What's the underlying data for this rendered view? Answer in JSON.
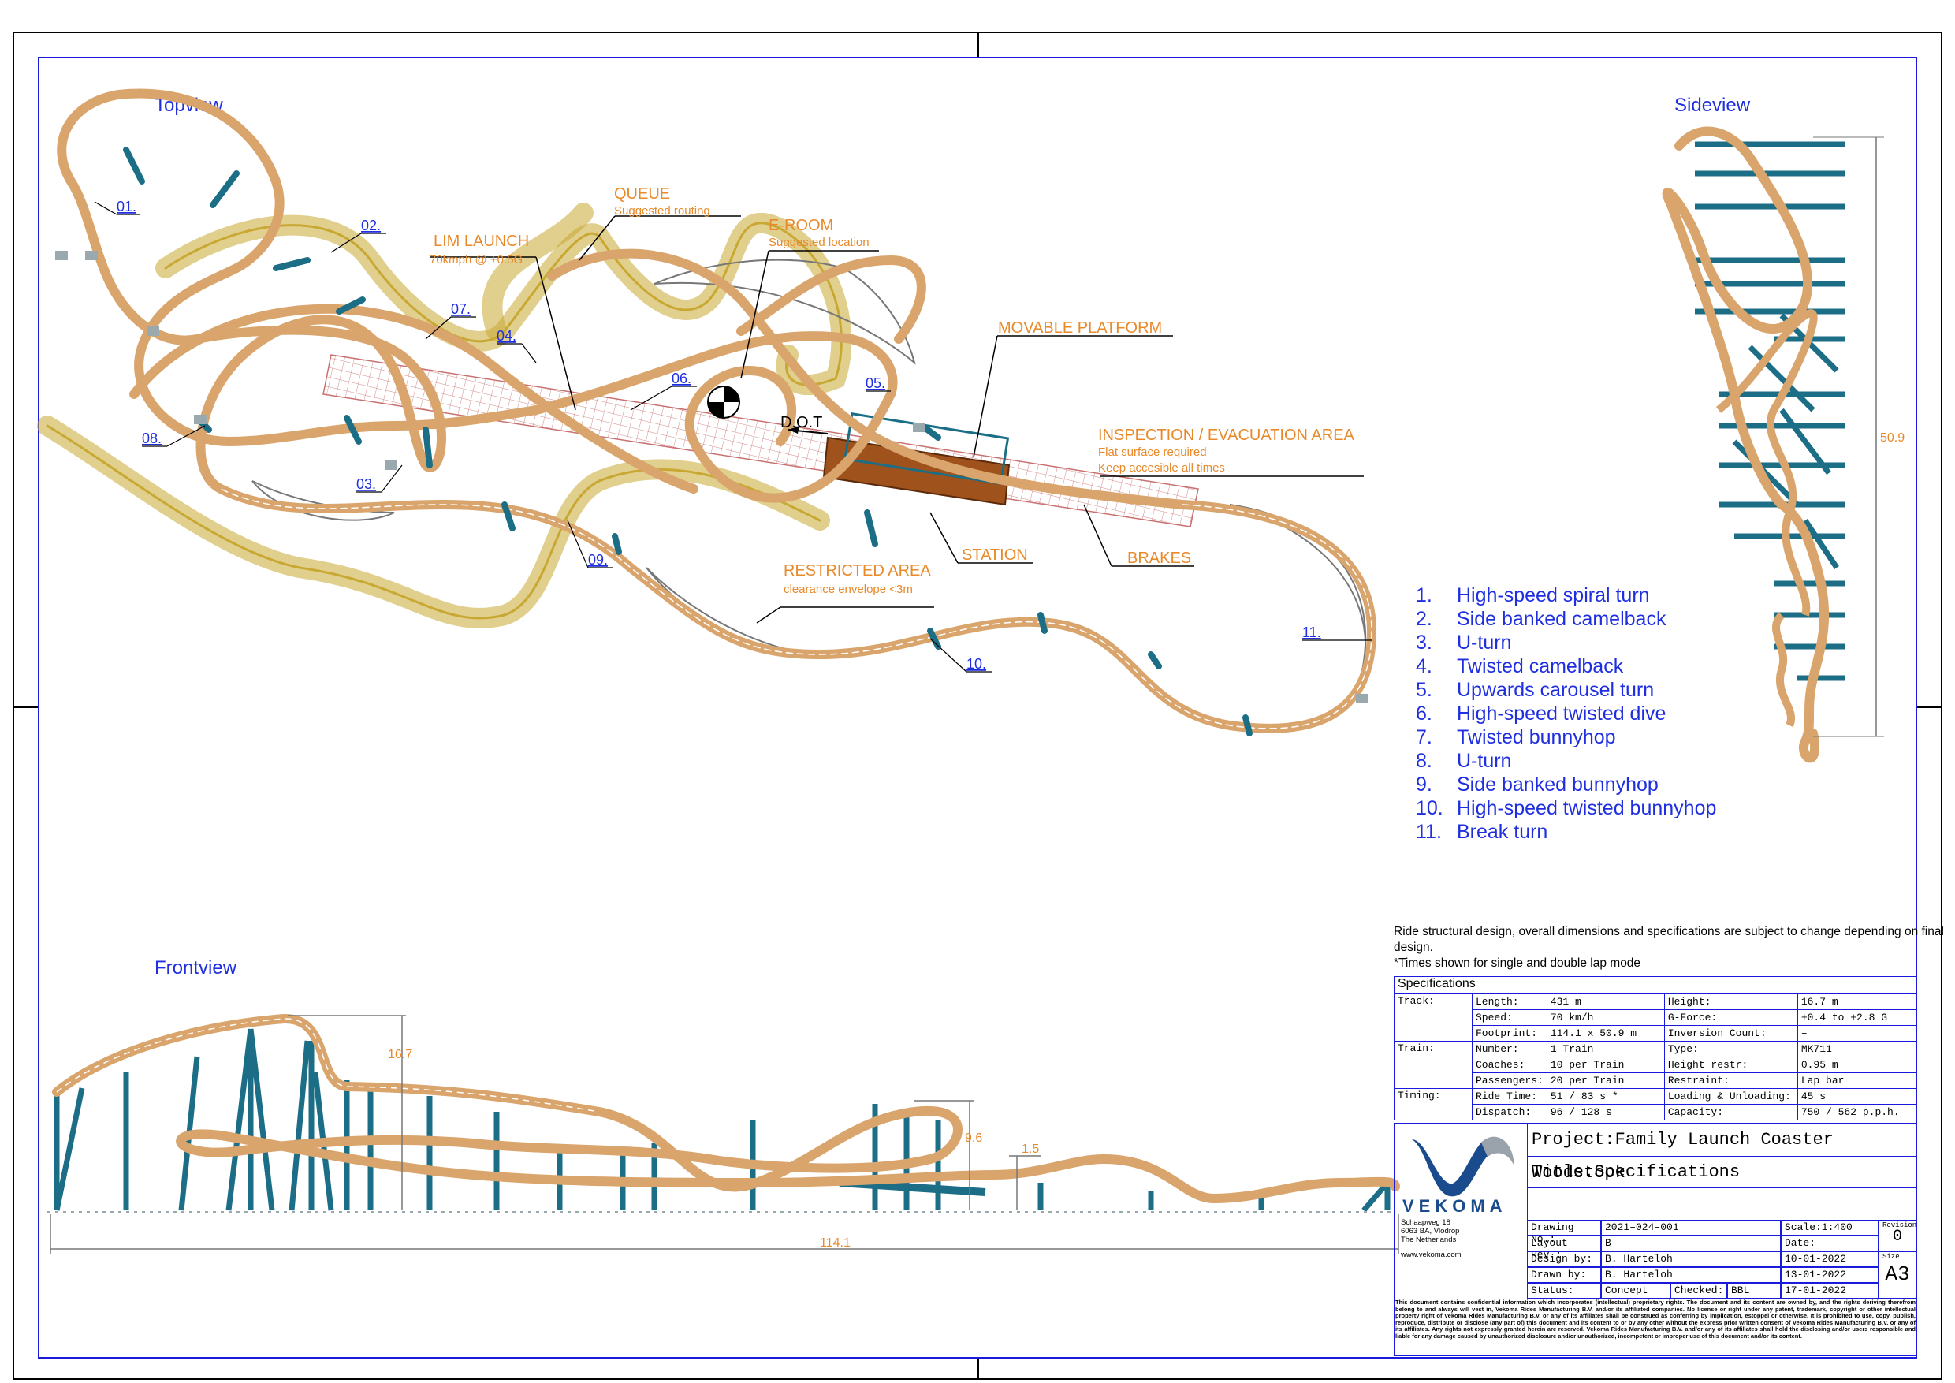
{
  "views": {
    "topview": "Topview",
    "sideview": "Sideview",
    "frontview": "Frontview"
  },
  "colors": {
    "track": "#d9a56c",
    "support": "#1b6e86",
    "queue": "#c8a832",
    "annotation": "#e8892a",
    "markers": "#1f2fe0",
    "frame": "#1a1adc"
  },
  "markers": [
    "01.",
    "02.",
    "03.",
    "04.",
    "05.",
    "06.",
    "07.",
    "08.",
    "09.",
    "10.",
    "11."
  ],
  "annotations": {
    "queue": "QUEUE",
    "queue_sub": "Suggested routing",
    "eroom": "E-ROOM",
    "eroom_sub": "Suggested location",
    "lim": "LIM LAUNCH",
    "lim_sub": "70kmph @ +0.5G",
    "movable": "MOVABLE PLATFORM",
    "inspection": "INSPECTION / EVACUATION AREA",
    "inspection_sub1": "Flat surface required",
    "inspection_sub2": "Keep accesible all times",
    "dot": "D.O.T",
    "station": "STATION",
    "brakes": "BRAKES",
    "restricted": "RESTRICTED AREA",
    "restricted_sub": "clearance envelope <3m"
  },
  "dimensions": {
    "side_height": "50.9",
    "front_height": "16.7",
    "front_h2": "9.6",
    "front_h3": "1.5",
    "front_length": "114.1"
  },
  "legend": [
    {
      "n": "1.",
      "t": "High-speed spiral turn"
    },
    {
      "n": "2.",
      "t": "Side banked camelback"
    },
    {
      "n": "3.",
      "t": "U-turn"
    },
    {
      "n": "4.",
      "t": "Twisted camelback"
    },
    {
      "n": "5.",
      "t": "Upwards carousel turn"
    },
    {
      "n": "6.",
      "t": "High-speed twisted dive"
    },
    {
      "n": "7.",
      "t": "Twisted bunnyhop"
    },
    {
      "n": "8.",
      "t": "U-turn"
    },
    {
      "n": "9.",
      "t": "Side banked bunnyhop"
    },
    {
      "n": "10.",
      "t": "High-speed twisted bunnyhop"
    },
    {
      "n": "11.",
      "t": "Break turn"
    }
  ],
  "notes": {
    "line1": "Ride structural design, overall dimensions and specifications are subject to change depending on final design.",
    "line2": "*Times shown for single and double lap mode"
  },
  "specs": {
    "header": "Specifications",
    "track_label": "Track:",
    "train_label": "Train:",
    "timing_label": "Timing:",
    "rows": [
      [
        "Length:",
        "431  m",
        "Height:",
        "16.7  m"
      ],
      [
        "Speed:",
        "70  km/h",
        "G-Force:",
        "+0.4  to  +2.8  G"
      ],
      [
        "Footprint:",
        "114.1  x  50.9  m",
        "Inversion Count:",
        "–"
      ],
      [
        "Number:",
        "1  Train",
        "Type:",
        "MK711"
      ],
      [
        "Coaches:",
        "10  per  Train",
        "Height  restr:",
        "0.95  m"
      ],
      [
        "Passengers:",
        "20  per  Train",
        "Restraint:",
        "Lap  bar"
      ],
      [
        "Ride Time:",
        "51    /  83  s  *",
        "Loading  &  Unloading:",
        "45  s"
      ],
      [
        "Dispatch:",
        "96    /  128  s",
        "Capacity:",
        "750  /  562  p.p.h."
      ]
    ]
  },
  "titleblock": {
    "brand": "VEKOMA",
    "address": [
      "Schaapweg 18",
      "6063 BA, Vlodrop",
      "The Netherlands"
    ],
    "web": "www.vekoma.com",
    "project_label": "Project:",
    "project": "Family  Launch  Coaster  Woodstock",
    "title_label": "Title:",
    "title": "Specifications",
    "drawing_no_label": "Drawing  No.:",
    "drawing_no": "2021–024–001",
    "layout_rev_label": "Layout  Rev.:",
    "layout_rev": "B",
    "design_by_label": "Design  by:",
    "design_by": "B.  Harteloh",
    "drawn_by_label": "Drawn  by:",
    "drawn_by": "B.  Harteloh",
    "status_label": "Status:",
    "status": "Concept",
    "checked_label": "Checked:",
    "checked": "BBL",
    "scale": "Scale:1:400",
    "date_label": "Date:",
    "date1": "10-01-2022",
    "date2": "13-01-2022",
    "date3": "17-01-2022",
    "revision_label": "Revision",
    "revision": "0",
    "size_label": "Size",
    "size": "A3"
  },
  "disclaimer": "This document contains confidential information which incorporates (intellectual) proprietary rights. The document and its content are owned by, and the rights deriving therefrom belong to and always will vest in, Vekoma Rides Manufacturing B.V. and/or its affiliated companies. No license or right under any patent, trademark, copyright or other intellectual property right of Vekoma Rides Manufacturing B.V. or any of its affiliates shall be construed as conferring by implication, estoppel or otherwise. It is prohibited to use, copy, publish, reproduce, distribute or disclose (any part of) this document and its content to or by any other without the express prior written consent of Vekoma Rides Manufacturing B.V. or any of its affiliates. Any rights not expressly granted herein are reserved. Vekoma Rides Manufacturing B.V. and/or any of its affiliates shall hold the disclosing and/or users responsible and liable for any damage caused by unauthorized disclosure and/or unauthorized, incompetent or improper use of this document and/or its content."
}
